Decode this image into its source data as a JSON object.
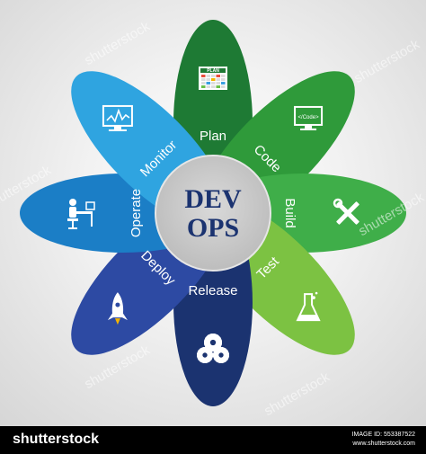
{
  "center": {
    "line1": "DEV",
    "line2": "OPS"
  },
  "petals": [
    {
      "label": "Plan",
      "color": "#1e7a34",
      "icon": "plan-chart-icon",
      "icon_text": "PLAN"
    },
    {
      "label": "Code",
      "color": "#2f9a3a",
      "icon": "monitor-code-icon",
      "icon_text": "</Code>"
    },
    {
      "label": "Build",
      "color": "#3fae49",
      "icon": "tools-icon"
    },
    {
      "label": "Test",
      "color": "#7cc242",
      "icon": "flask-icon"
    },
    {
      "label": "Release",
      "color": "#1b3370",
      "icon": "gears-icon"
    },
    {
      "label": "Deploy",
      "color": "#2d4aa3",
      "icon": "rocket-icon"
    },
    {
      "label": "Operate",
      "color": "#1b7ec6",
      "icon": "desk-worker-icon"
    },
    {
      "label": "Monitor",
      "color": "#2fa4e0",
      "icon": "monitor-graph-icon"
    }
  ],
  "watermark": "shutterstock",
  "footer": {
    "brand": "shutterstock",
    "image_id": "IMAGE ID: 553387522",
    "site": "www.shutterstock.com"
  }
}
